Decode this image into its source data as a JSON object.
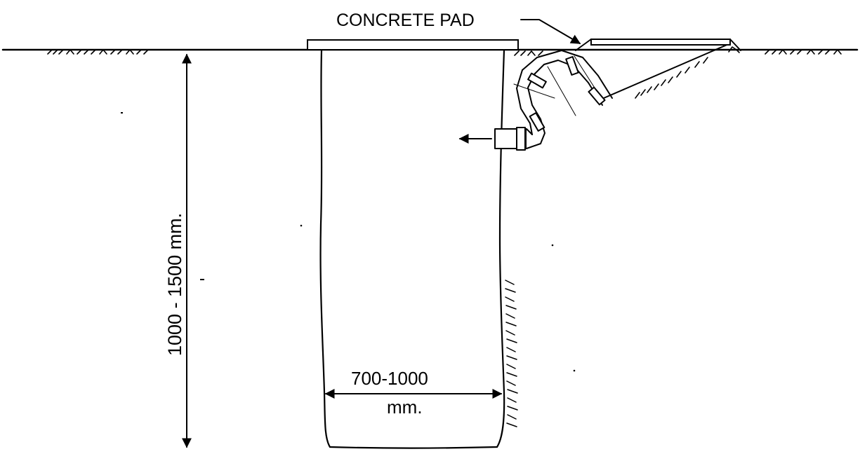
{
  "labels": {
    "concrete_pad": "CONCRETE PAD",
    "depth": "1000 - 1500 mm.",
    "width_value": "700-1000",
    "width_unit": "mm."
  },
  "colors": {
    "ink": "#000000",
    "paper": "#ffffff"
  }
}
